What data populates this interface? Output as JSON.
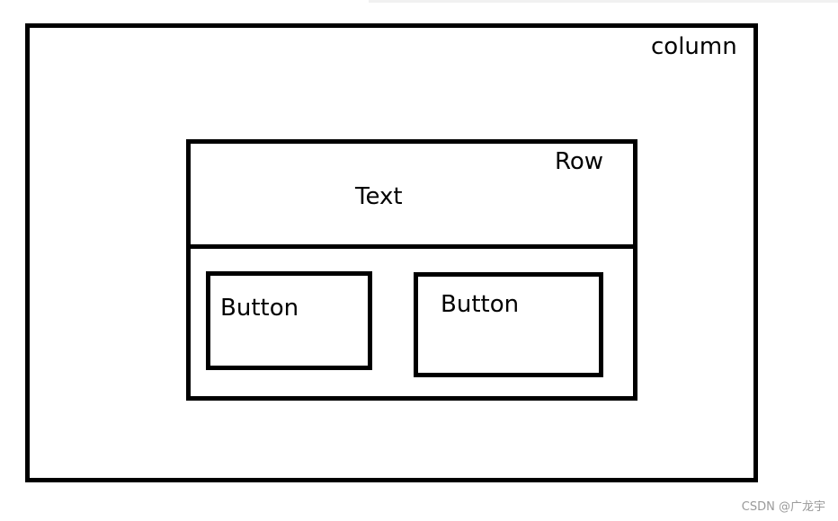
{
  "diagram": {
    "column_label": "column",
    "row_label": "Row",
    "text_label": "Text",
    "button_left_label": "Button",
    "button_right_label": "Button"
  },
  "watermark": "CSDN @广龙宇",
  "colors": {
    "stroke": "#000000",
    "background": "#ffffff",
    "watermark": "#9a9a9a"
  }
}
